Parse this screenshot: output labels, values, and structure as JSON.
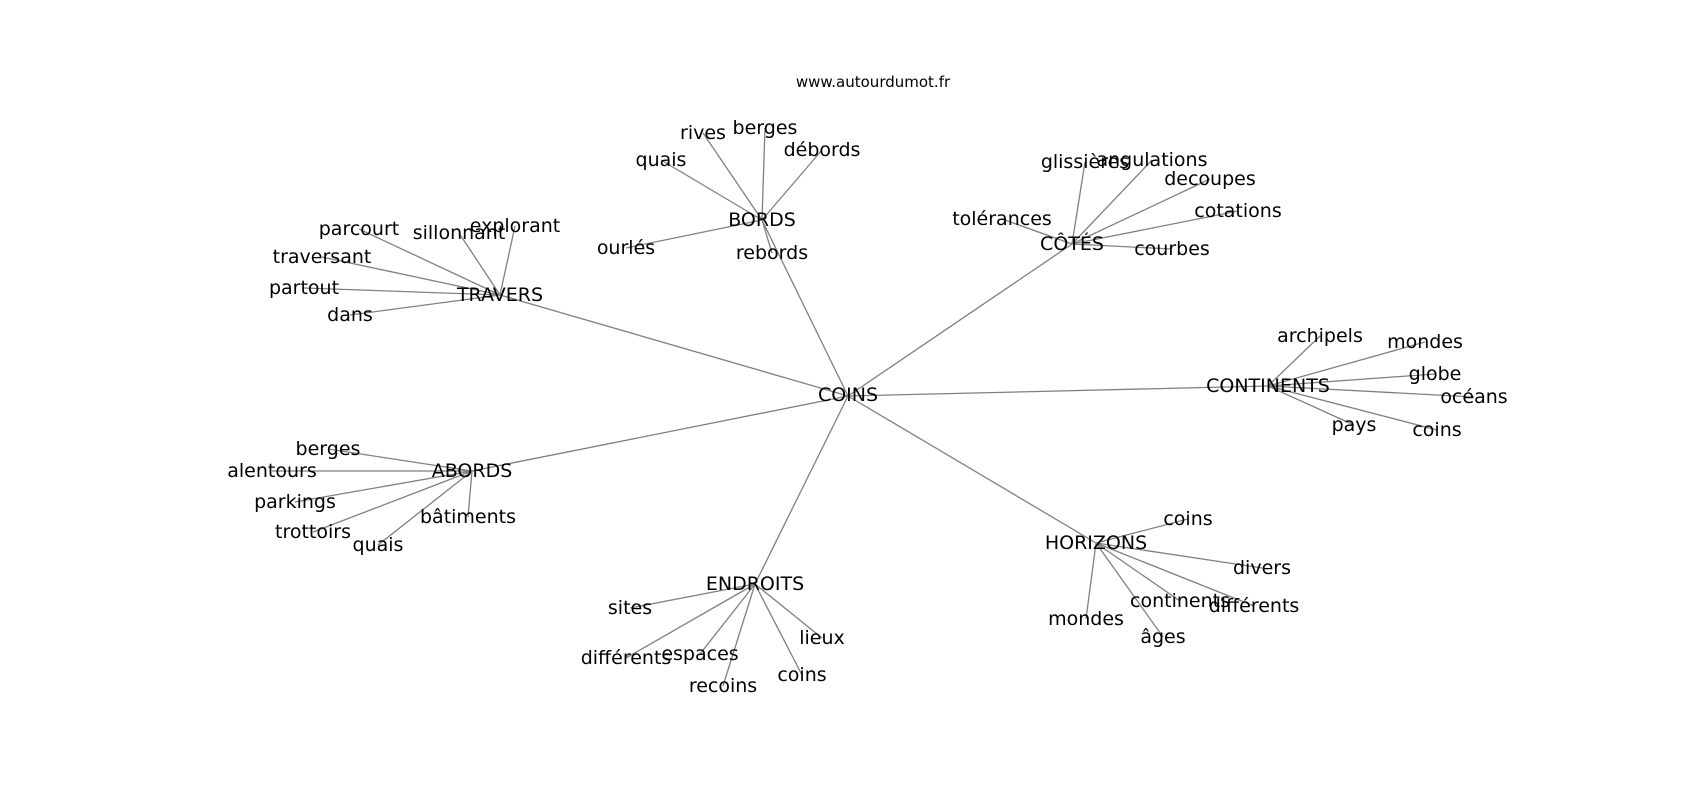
{
  "source": "www.autourdumot.fr",
  "center": "COINS",
  "colors": {
    "edge": "#808080",
    "text": "#000000",
    "background": "#ffffff"
  },
  "clusters": [
    {
      "hub": "BORDS",
      "words": [
        "quais",
        "rives",
        "berges",
        "débords",
        "ourlés",
        "rebords"
      ]
    },
    {
      "hub": "CÔTÉS",
      "words": [
        "glissières",
        "angulations",
        "decoupes",
        "cotations",
        "tolérances",
        "courbes"
      ]
    },
    {
      "hub": "TRAVERS",
      "words": [
        "parcourt",
        "sillonnant",
        "explorant",
        "traversant",
        "partout",
        "dans"
      ]
    },
    {
      "hub": "CONTINENTS",
      "words": [
        "archipels",
        "mondes",
        "globe",
        "océans",
        "pays",
        "coins"
      ]
    },
    {
      "hub": "ABORDS",
      "words": [
        "berges",
        "alentours",
        "parkings",
        "trottoirs",
        "quais",
        "bâtiments"
      ]
    },
    {
      "hub": "HORIZONS",
      "words": [
        "coins",
        "divers",
        "continents",
        "différents",
        "mondes",
        "âges"
      ]
    },
    {
      "hub": "ENDROITS",
      "words": [
        "sites",
        "différents",
        "espaces",
        "recoins",
        "coins",
        "lieux"
      ]
    }
  ]
}
